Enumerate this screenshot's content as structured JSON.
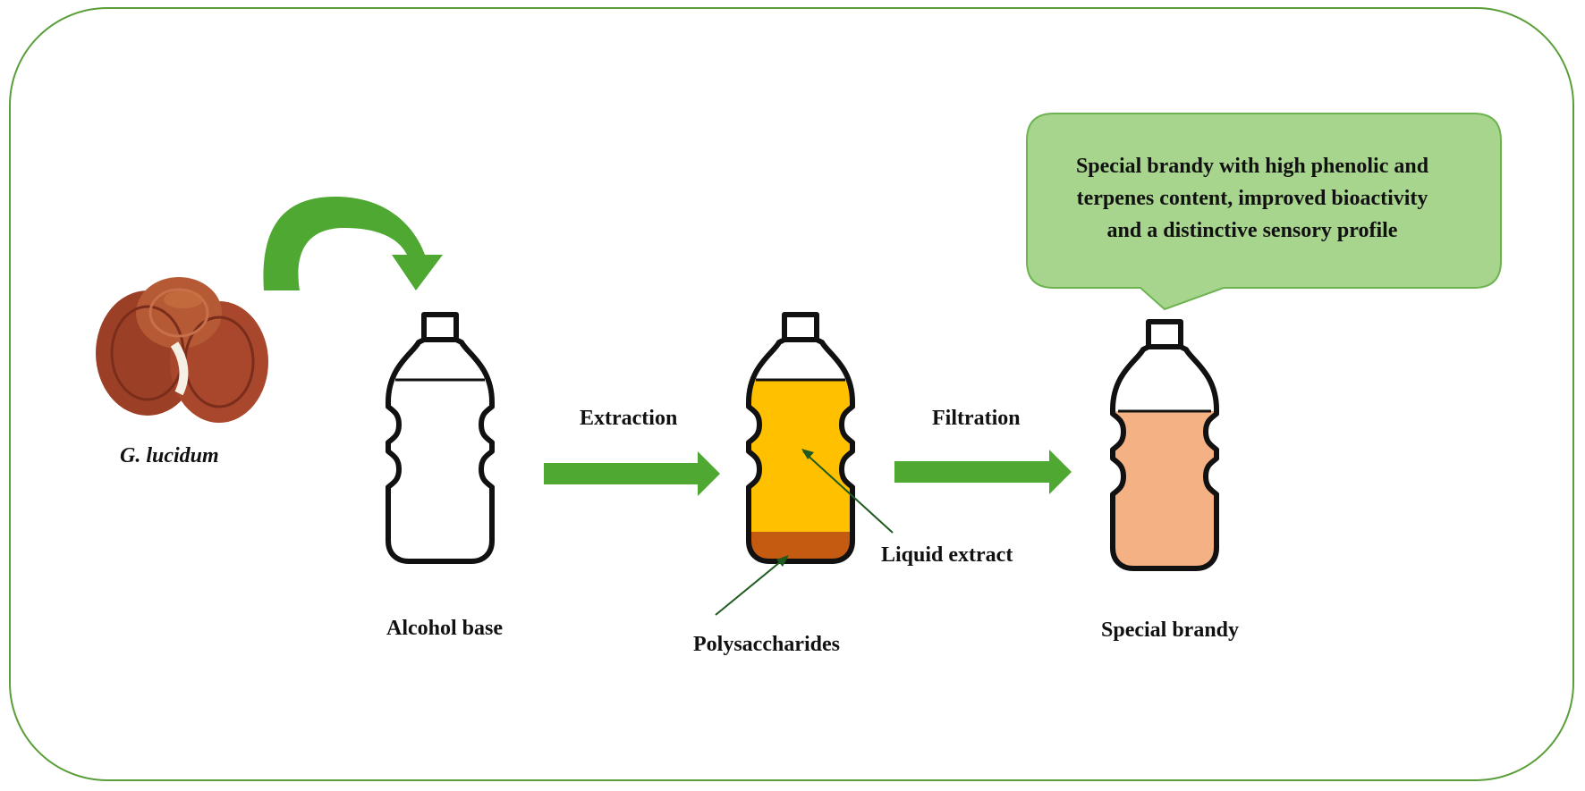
{
  "labels": {
    "mushroom": "G. lucidum",
    "bottle1": "Alcohol base",
    "step1": "Extraction",
    "step2": "Filtration",
    "liquid": "Liquid extract",
    "sediment": "Polysaccharides",
    "bottle3": "Special brandy"
  },
  "callout": {
    "line1": "Special brandy with high phenolic and",
    "line2": "terpenes content, improved bioactivity",
    "line3": "and a distinctive sensory profile"
  },
  "colors": {
    "frame": "#5a9e3a",
    "arrow": "#4ea832",
    "callout_fill": "#a8d58e",
    "extract": "#ffc000",
    "polysaccharides": "#c55a11",
    "brandy": "#f4b183",
    "mushroom": "#a0442a"
  }
}
